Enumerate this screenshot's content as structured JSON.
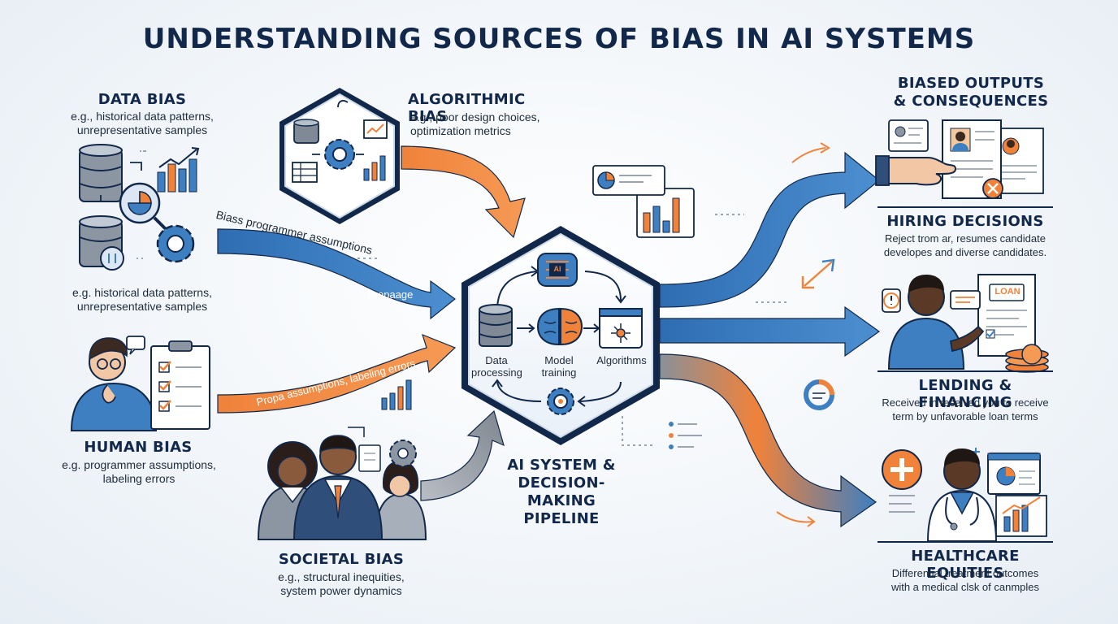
{
  "title": "UNDERSTANDING SOURCES OF BIAS IN AI SYSTEMS",
  "sources": {
    "data_bias": {
      "heading": "DATA BIAS",
      "desc_top_1": "e.g., historical data patterns,",
      "desc_top_2": "unrepresentative samples",
      "desc_bottom_1": "e.g. historical data patterns,",
      "desc_bottom_2": "unrepresentative samples"
    },
    "algorithmic_bias": {
      "heading": "ALGORITHMIC BIAS",
      "desc_1": "e.g., poor design choices,",
      "desc_2": "optimization metrics"
    },
    "human_bias": {
      "heading": "HUMAN BIAS",
      "desc_1": "e.g. programmer assumptions,",
      "desc_2": "labeling errors"
    },
    "societal_bias": {
      "heading": "SOCIETAL BIAS",
      "desc_1": "e.g., structural inequities,",
      "desc_2": "system power dynamics"
    }
  },
  "flows": {
    "blue_curved_text": "Biass programmer assumptions",
    "blue_arrow_text": "Propaage",
    "orange_arrow_text": "Propa assumptions, labeling errors"
  },
  "pipeline": {
    "steps": [
      "Data processing",
      "Model training",
      "Algorithms"
    ],
    "step_1_line_1": "Data",
    "step_1_line_2": "processing",
    "step_2_line_1": "Model",
    "step_2_line_2": "training",
    "step_3": "Algorithms",
    "chip_text": "AI",
    "caption_1": "AI SYSTEM &",
    "caption_2": "DECISION-MAKING",
    "caption_3": "PIPELINE"
  },
  "outcomes": {
    "header_1": "BIASED OUTPUTS",
    "header_2": "& CONSEQUENCES",
    "hiring": {
      "heading": "HIRING DECISIONS",
      "desc_1": "Reject trom ar, resumes candidate",
      "desc_2": "developes and diverse candidates."
    },
    "lending": {
      "heading": "LENDING & FINANCING",
      "desc_1": "Received in received you to receive",
      "desc_2": "term by unfavorable loan terms",
      "loan_tag": "LOAN"
    },
    "healthcare": {
      "heading": "HEALTHCARE EQUITIES",
      "desc_1": "Differential treatment outcomes",
      "desc_2": "with a medical clsk of canmples"
    }
  },
  "colors": {
    "navy": "#12284a",
    "blue": "#3d7fc1",
    "orange": "#f0823a",
    "gray": "#8a9099"
  }
}
